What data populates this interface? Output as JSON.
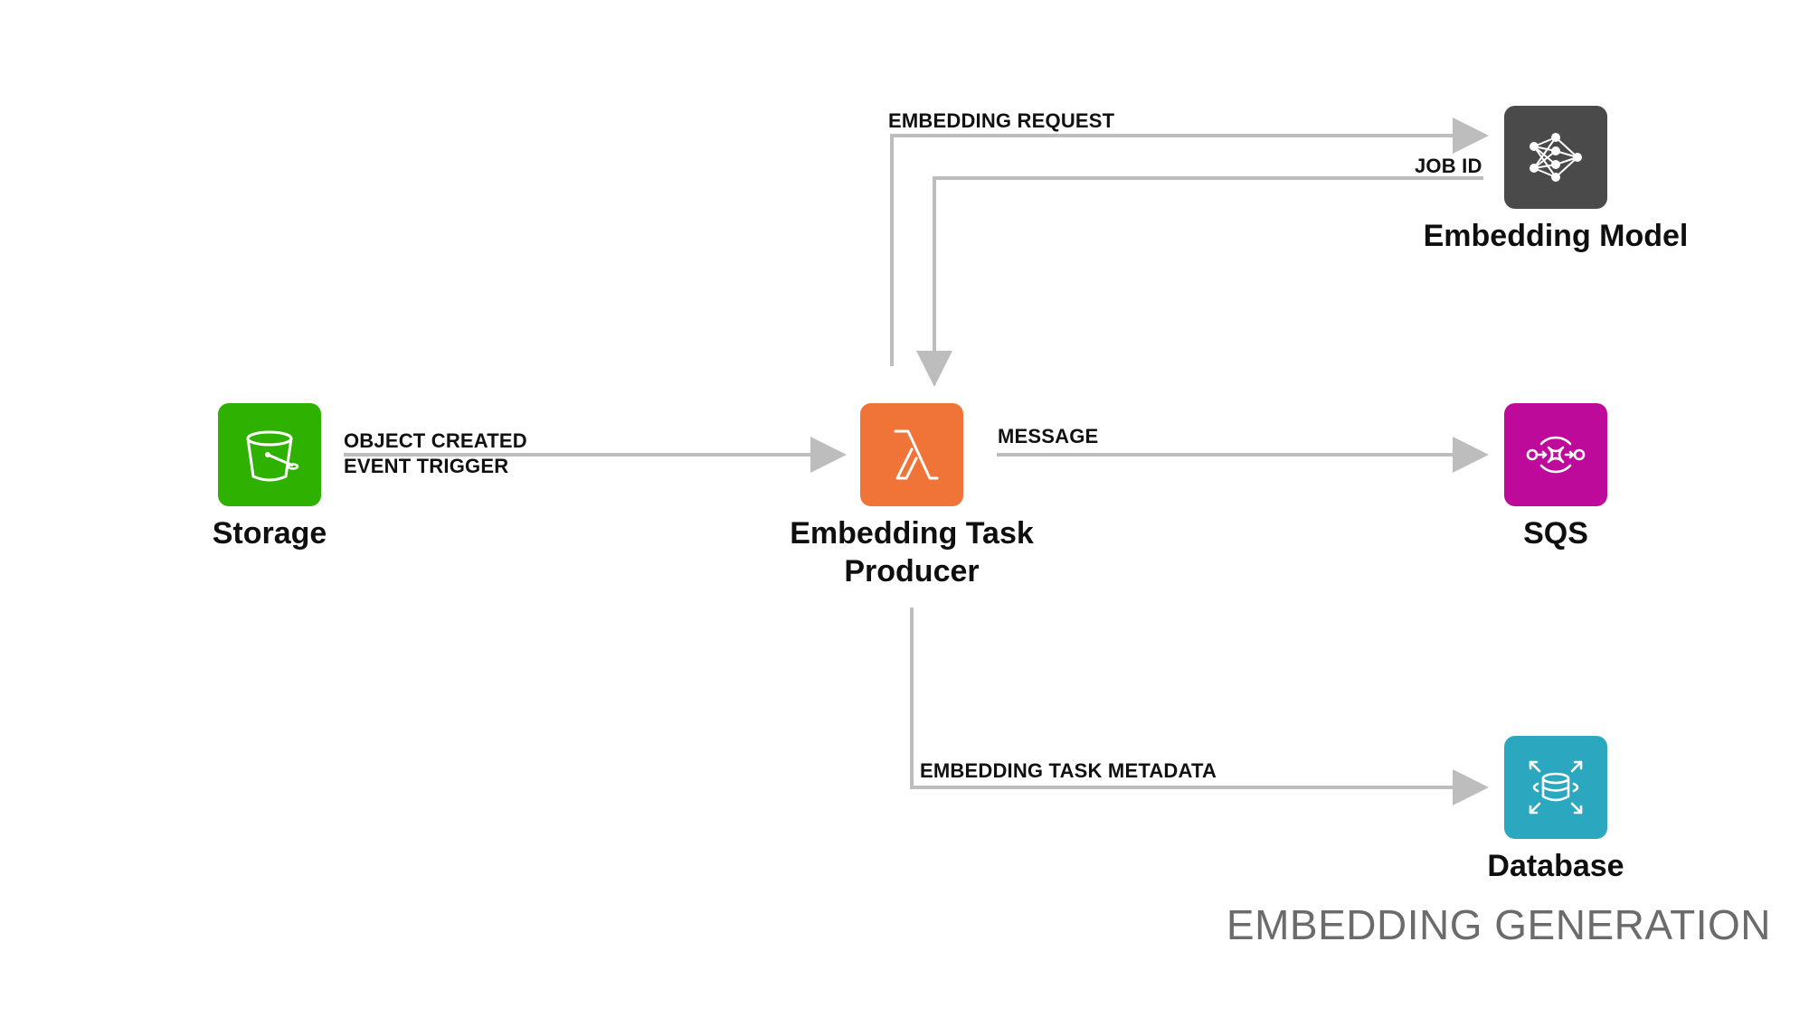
{
  "colors": {
    "storage": "#2fb100",
    "producer": "#f07337",
    "embedding_model": "#4a4a4a",
    "sqs": "#bd0a9a",
    "database": "#2ba7bf",
    "connector": "#bdbdbd"
  },
  "nodes": {
    "storage": {
      "label": "Storage",
      "icon": "bucket-icon"
    },
    "producer": {
      "label_line1": "Embedding Task",
      "label_line2": "Producer",
      "icon": "lambda-icon"
    },
    "embedding_model": {
      "label": "Embedding Model",
      "icon": "neural-network-icon"
    },
    "sqs": {
      "label": "SQS",
      "icon": "queue-icon"
    },
    "database": {
      "label": "Database",
      "icon": "database-icon"
    }
  },
  "edges": {
    "object_created_line1": "OBJECT CREATED",
    "object_created_line2": "EVENT TRIGGER",
    "embedding_request": "EMBEDDING REQUEST",
    "job_id": "JOB ID",
    "message": "MESSAGE",
    "embedding_task_metadata": "EMBEDDING TASK METADATA"
  },
  "footer": {
    "title": "EMBEDDING GENERATION"
  }
}
